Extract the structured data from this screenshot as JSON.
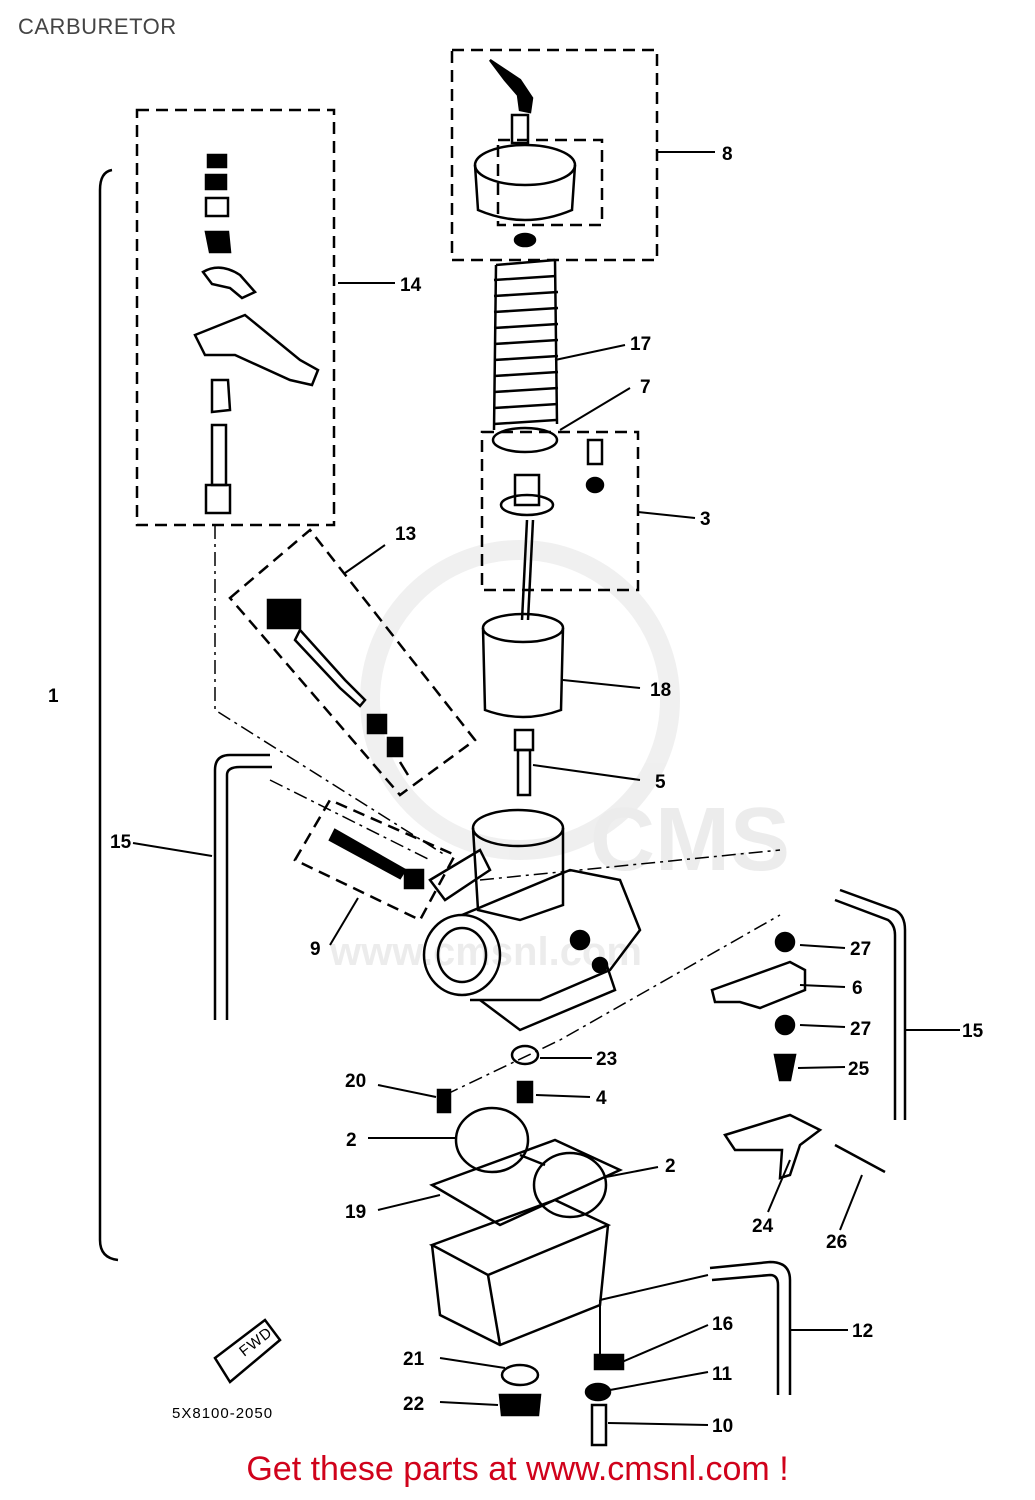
{
  "page": {
    "title": "CARBURETOR",
    "diagram_code": "5X8100-2050",
    "fwd_label": "FWD",
    "promo_text": "Get these parts at www.cmsnl.com !"
  },
  "watermark": {
    "brand": "CMS",
    "url": "www.cmsnl.com"
  },
  "callouts": {
    "c1": "1",
    "c2a": "2",
    "c2b": "2",
    "c3": "3",
    "c4": "4",
    "c5": "5",
    "c6": "6",
    "c7": "7",
    "c8": "8",
    "c9": "9",
    "c10": "10",
    "c11": "11",
    "c12": "12",
    "c13": "13",
    "c14": "14",
    "c15a": "15",
    "c15b": "15",
    "c16": "16",
    "c17": "17",
    "c18": "18",
    "c19": "19",
    "c20": "20",
    "c21": "21",
    "c22": "22",
    "c23": "23",
    "c24": "24",
    "c25": "25",
    "c26": "26",
    "c27a": "27",
    "c27b": "27"
  }
}
